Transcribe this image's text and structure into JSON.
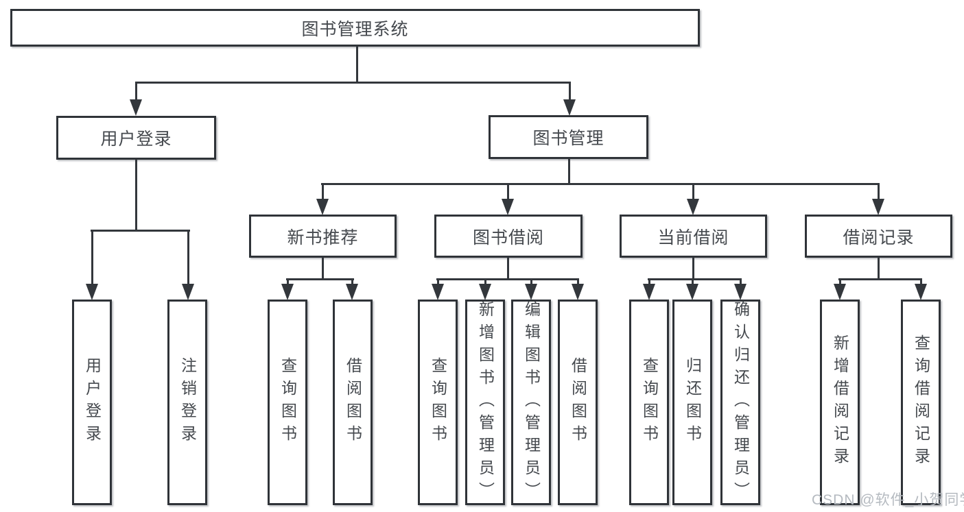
{
  "diagram": {
    "root": "图书管理系统",
    "branches": [
      {
        "label": "用户登录",
        "leaves": [
          "用户登录",
          "注销登录"
        ]
      },
      {
        "label": "图书管理",
        "children": [
          {
            "label": "新书推荐",
            "leaves": [
              "查询图书",
              "借阅图书"
            ]
          },
          {
            "label": "图书借阅",
            "leaves": [
              "查询图书",
              "新增图书（管理员）",
              "编辑图书（管理员）",
              "借阅图书"
            ]
          },
          {
            "label": "当前借阅",
            "leaves": [
              "查询图书",
              "归还图书",
              "确认归还（管理员）"
            ]
          },
          {
            "label": "借阅记录",
            "leaves": [
              "新增借阅记录",
              "查询借阅记录"
            ]
          }
        ]
      }
    ]
  },
  "watermark": {
    "text": "CSDN @软件_小贺同学"
  },
  "colors": {
    "line": "#33373c",
    "box_border": "#2f3338",
    "box_text": "#45494e",
    "watermark": "#b5bac0",
    "background": "#ffffff"
  }
}
